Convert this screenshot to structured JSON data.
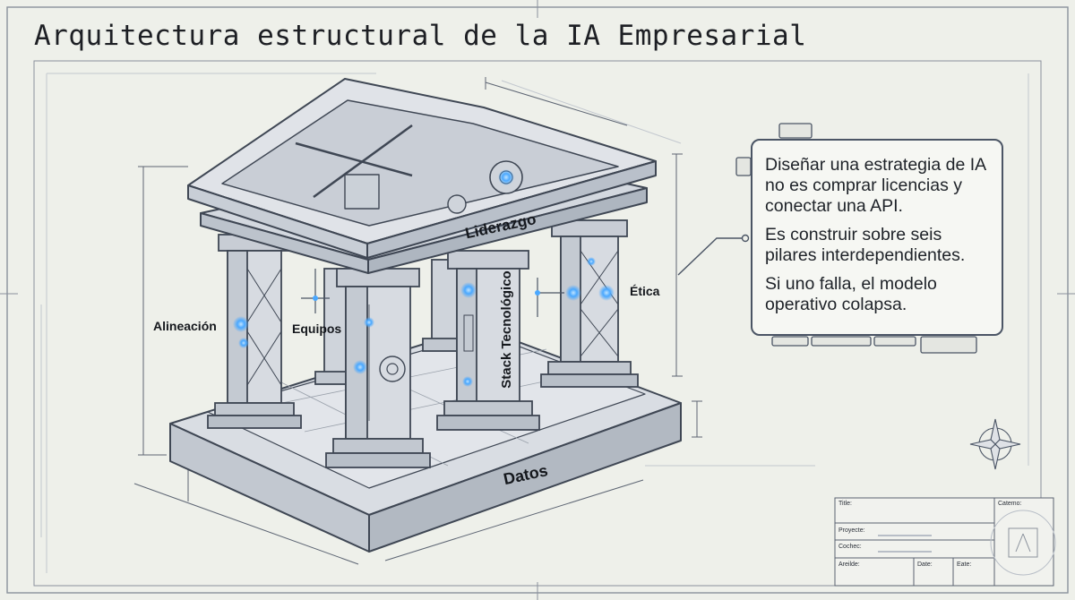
{
  "title": "Arquitectura estructural de la IA Empresarial",
  "callout": {
    "line1": "Diseñar una estrategia de IA no es comprar licencias y conectar una API.",
    "line2": "Es construir sobre seis pilares interdependientes.",
    "line3": "Si uno falla, el modelo operativo colapsa."
  },
  "pillars": {
    "roof": "Liderazgo",
    "base": "Datos",
    "alignment": "Alineación",
    "teams": "Equipos",
    "tech_stack": "Stack Tecnológico",
    "ethics": "Ética"
  },
  "title_block": {
    "title_label": "Title:",
    "project_label": "Proyecte:",
    "checked_label": "Cochec:",
    "approved_label": "Areilde:",
    "date_label_1": "Date:",
    "date_label_2": "Eate:",
    "corner_label": "Catemo:"
  },
  "colors": {
    "ink": "#4b5565",
    "paper": "#eef0ea",
    "accent": "#4aa8ff"
  }
}
